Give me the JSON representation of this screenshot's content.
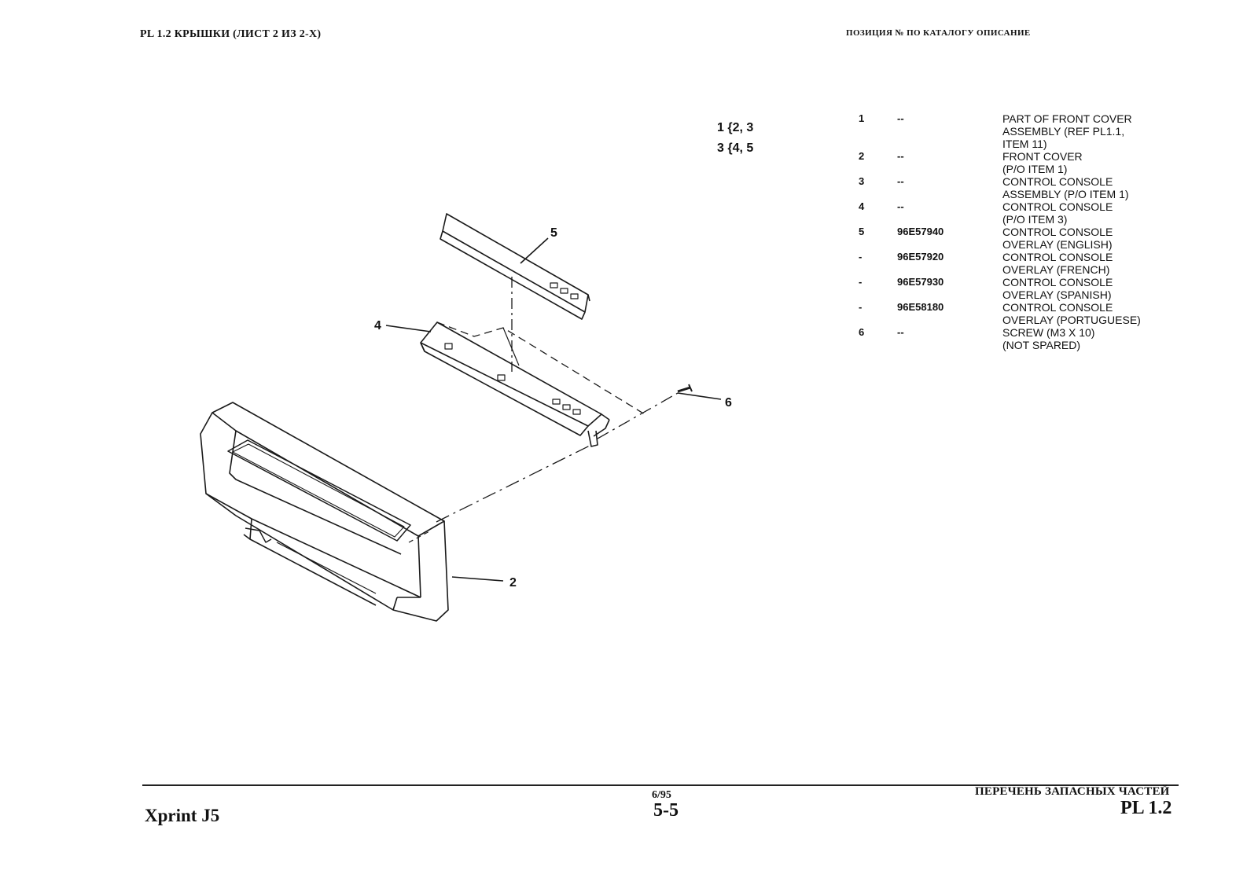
{
  "header": {
    "title": "PL 1.2 КРЫШКИ (ЛИСТ 2 ИЗ 2-Х)",
    "columns": "ПОЗИЦИЯ № ПО КАТАЛОГУ ОПИСАНИЕ"
  },
  "groups": [
    "1 {2, 3",
    "3 {4, 5"
  ],
  "callouts": {
    "c2": "2",
    "c4": "4",
    "c5": "5",
    "c6": "6"
  },
  "parts": [
    {
      "item": "1",
      "part": "--",
      "desc": "PART OF FRONT COVER\nASSEMBLY (REF PL1.1,\nITEM 11)"
    },
    {
      "item": "2",
      "part": "--",
      "desc": "FRONT COVER\n(P/O ITEM 1)"
    },
    {
      "item": "3",
      "part": "--",
      "desc": "CONTROL CONSOLE\nASSEMBLY (P/O ITEM 1)"
    },
    {
      "item": "4",
      "part": "--",
      "desc": "CONTROL CONSOLE\n(P/O ITEM 3)"
    },
    {
      "item": "5",
      "part": "96E57940",
      "desc": "CONTROL CONSOLE\nOVERLAY (ENGLISH)"
    },
    {
      "item": "-",
      "part": "96E57920",
      "desc": "CONTROL CONSOLE\nOVERLAY (FRENCH)"
    },
    {
      "item": "-",
      "part": "96E57930",
      "desc": "CONTROL CONSOLE\nOVERLAY (SPANISH)"
    },
    {
      "item": "-",
      "part": "96E58180",
      "desc": "CONTROL CONSOLE\nOVERLAY (PORTUGUESE)"
    },
    {
      "item": "6",
      "part": "--",
      "desc": "SCREW (M3 X 10)\n(NOT SPARED)"
    }
  ],
  "footer": {
    "model": "Xprint J5",
    "date": "6/95",
    "page": "5-5",
    "section": "ПЕРЕЧЕНЬ ЗАПАСНЫХ ЧАСТЕЙ",
    "pl": "PL 1.2"
  }
}
